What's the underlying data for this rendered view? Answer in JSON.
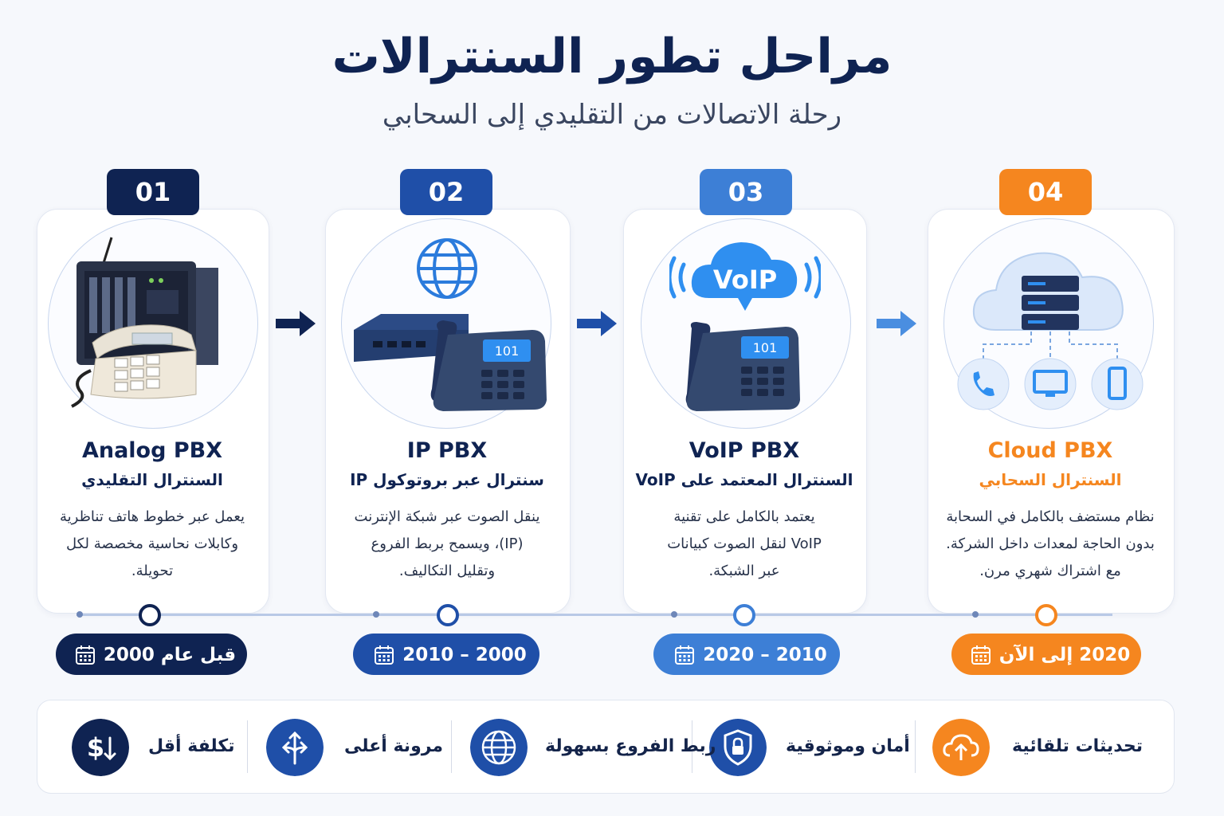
{
  "header": {
    "title": "مراحل تطور السنترالات",
    "subtitle": "رحلة الاتصالات من التقليدي إلى السحابي"
  },
  "colors": {
    "navy": "#0f2352",
    "blue": "#1f4fa8",
    "light_blue": "#3d7fd6",
    "orange": "#f5861f"
  },
  "stages": [
    {
      "number": "01",
      "title": "Analog PBX",
      "subtitle": "السنترال التقليدي",
      "desc1": "يعمل عبر خطوط هاتف تناظرية",
      "desc2": "وكابلات نحاسية مخصصة لكل",
      "desc3": "تحويلة.",
      "period": "قبل عام 2000",
      "icon": "analog-pbx-illustration"
    },
    {
      "number": "02",
      "title": "IP PBX",
      "subtitle": "سنترال عبر بروتوكول IP",
      "desc1": "ينقل الصوت عبر شبكة الإنترنت",
      "desc2": "(IP)، ويسمح بربط الفروع",
      "desc3": "وتقليل التكاليف.",
      "period": "2000 – 2010",
      "screen": "101",
      "icon": "ip-pbx-illustration"
    },
    {
      "number": "03",
      "title": "VoIP PBX",
      "subtitle": "السنترال المعتمد على VoIP",
      "desc1": "يعتمد بالكامل على تقنية",
      "desc2": "VoIP لنقل الصوت كبيانات",
      "desc3": "عبر الشبكة.",
      "period": "2010 – 2020",
      "cloud_label": "VoIP",
      "screen": "101",
      "icon": "voip-phone-illustration"
    },
    {
      "number": "04",
      "title": "Cloud PBX",
      "subtitle": "السنترال السحابي",
      "desc1": "نظام مستضف بالكامل في السحابة",
      "desc2": "بدون الحاجة لمعدات داخل الشركة.",
      "desc3": "مع اشتراك شهري مرن.",
      "period": "2020 إلى الآن",
      "icon": "cloud-server-illustration"
    }
  ],
  "benefits": [
    {
      "label": "تحديثات تلقائية",
      "icon": "cloud-upload-icon"
    },
    {
      "label": "أمان وموثوقية",
      "icon": "shield-lock-icon"
    },
    {
      "label": "ربط الفروع بسهولة",
      "icon": "globe-icon"
    },
    {
      "label": "مرونة أعلى",
      "icon": "arrows-split-icon"
    },
    {
      "label": "تكلفة أقل",
      "icon": "dollar-down-icon"
    }
  ]
}
